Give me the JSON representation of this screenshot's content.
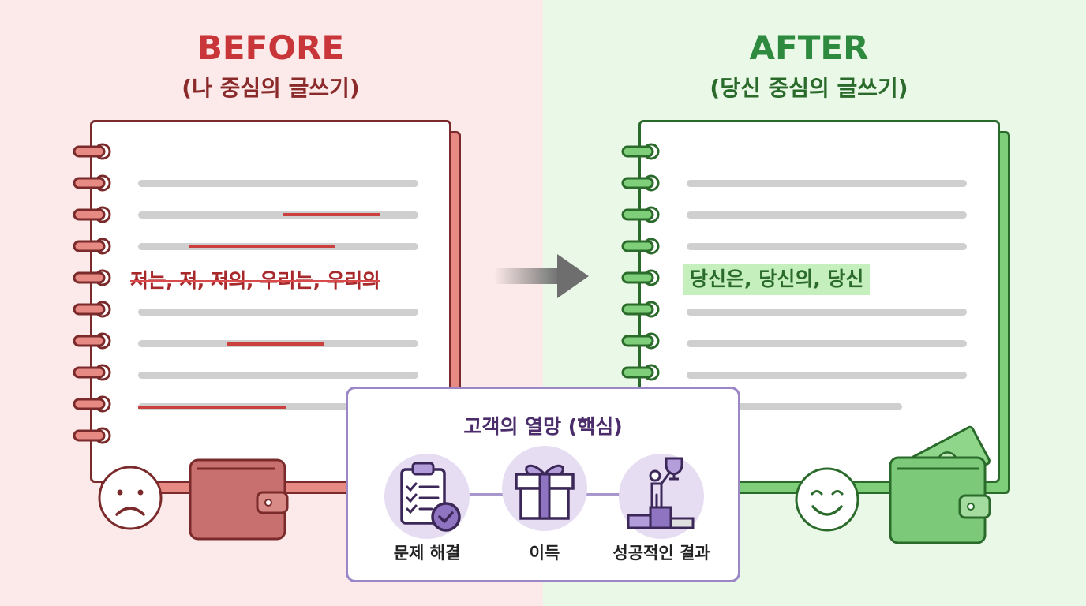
{
  "before": {
    "title": "BEFORE",
    "subtitle": "(나 중심의 글쓰기)",
    "struck_text": "저는, 저, 저의, 우리는, 우리의"
  },
  "after": {
    "title": "AFTER",
    "subtitle": "(당신 중심의 글쓰기)",
    "highlight_text": "당신은, 당신의, 당신"
  },
  "center": {
    "title": "고객의 열망 (핵심)",
    "items": [
      {
        "label": "문제 해결",
        "icon": "clipboard-check-icon"
      },
      {
        "label": "이득",
        "icon": "gift-icon"
      },
      {
        "label": "성공적인 결과",
        "icon": "trophy-podium-icon"
      }
    ]
  },
  "colors": {
    "before_accent": "#c8363a",
    "after_accent": "#2e8a3e",
    "center_accent": "#9c87c6"
  }
}
